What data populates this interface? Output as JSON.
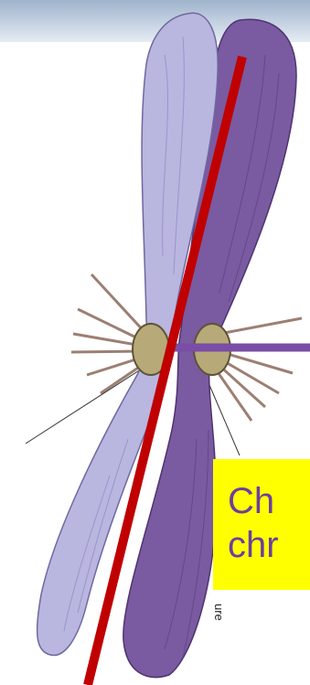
{
  "callout": {
    "line1": "Ch",
    "line2": "chr"
  },
  "source_fragment": "ure",
  "colors": {
    "chromatid_left": "#b9b6e0",
    "chromatid_right": "#7a5aa0",
    "centromere": "#b8aa78",
    "split_line": "#c00000",
    "pointer_line": "#7a4ea6",
    "callout_bg": "#ffff00",
    "callout_text": "#6b3fa0"
  }
}
